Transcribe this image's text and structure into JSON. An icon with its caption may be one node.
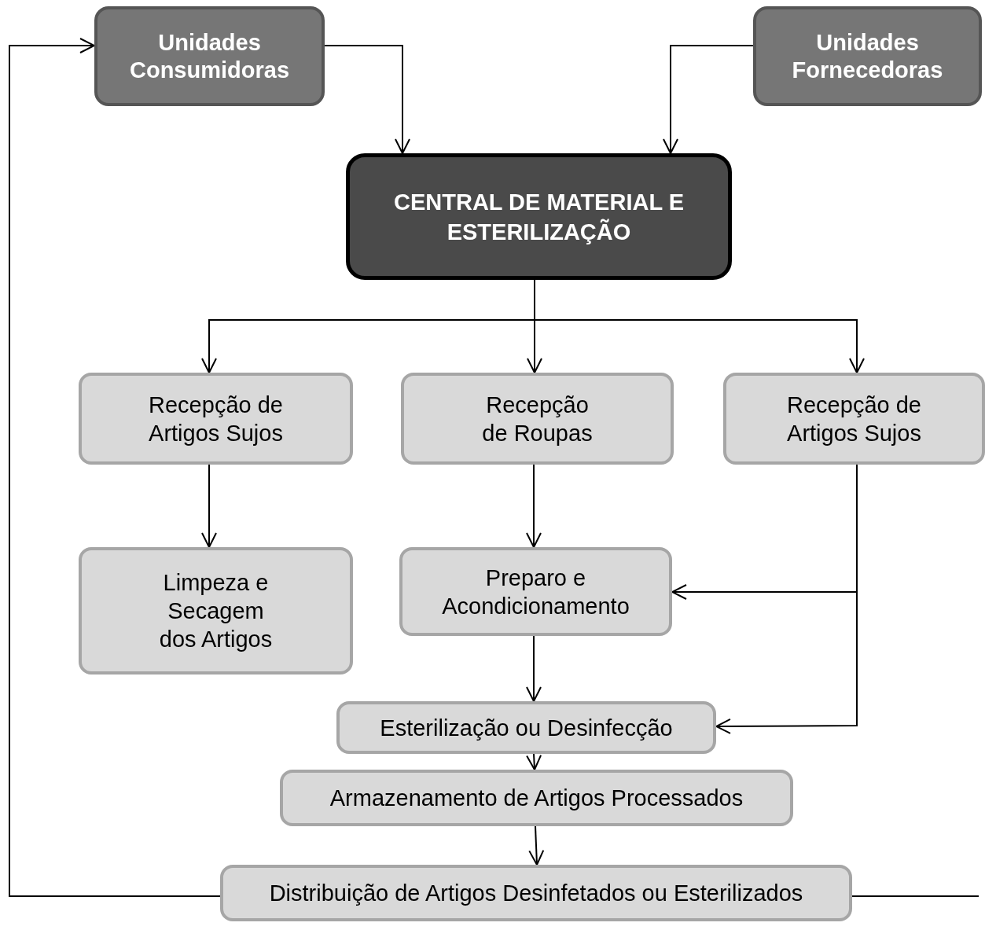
{
  "diagram": {
    "nodes": [
      {
        "text": [
          "Unidades Consumidoras"
        ]
      },
      {
        "text": [
          "Unidades Fornecedoras"
        ]
      },
      {
        "text": [
          "CENTRAL DE MATERIAL E ESTERILIZAÇÃO"
        ]
      },
      {
        "text": [
          "Recepção de Artigos Sujos"
        ]
      },
      {
        "text": [
          "Recepção de Roupas"
        ]
      },
      {
        "text": [
          "Recepção de Artigos Sujos"
        ]
      },
      {
        "text": [
          "Limpeza e Secagem dos Artigos"
        ]
      },
      {
        "text": [
          "Preparo e Acondicionamento"
        ]
      },
      {
        "text": [
          "Esterilização ou Desinfecção"
        ]
      },
      {
        "text": [
          "Armazenamento de Artigos Processados"
        ]
      },
      {
        "text": [
          "Distribuição de Artigos Desinfetados ou Esterilizados"
        ]
      }
    ],
    "edges": [
      {
        "from": 0,
        "to": 2,
        "arrow": "to"
      },
      {
        "from": 1,
        "to": 2,
        "arrow": "to"
      },
      {
        "from": 2,
        "to": 3,
        "arrow": "to"
      },
      {
        "from": 2,
        "to": 4,
        "arrow": "to"
      },
      {
        "from": 2,
        "to": 5,
        "arrow": "to"
      },
      {
        "from": 3,
        "to": 6,
        "arrow": "to"
      },
      {
        "from": 4,
        "to": 7,
        "arrow": "to"
      },
      {
        "from": 5,
        "to": 7,
        "arrow": "to"
      },
      {
        "from": 5,
        "to": 8,
        "arrow": "to"
      },
      {
        "from": 7,
        "to": 8,
        "arrow": "to"
      },
      {
        "from": 8,
        "to": 9,
        "arrow": "to"
      },
      {
        "from": 9,
        "to": 10,
        "arrow": "to"
      },
      {
        "from": 10,
        "to": 0,
        "arrow": "to"
      },
      {
        "from": 10,
        "to": null,
        "arrow": "none"
      }
    ]
  }
}
